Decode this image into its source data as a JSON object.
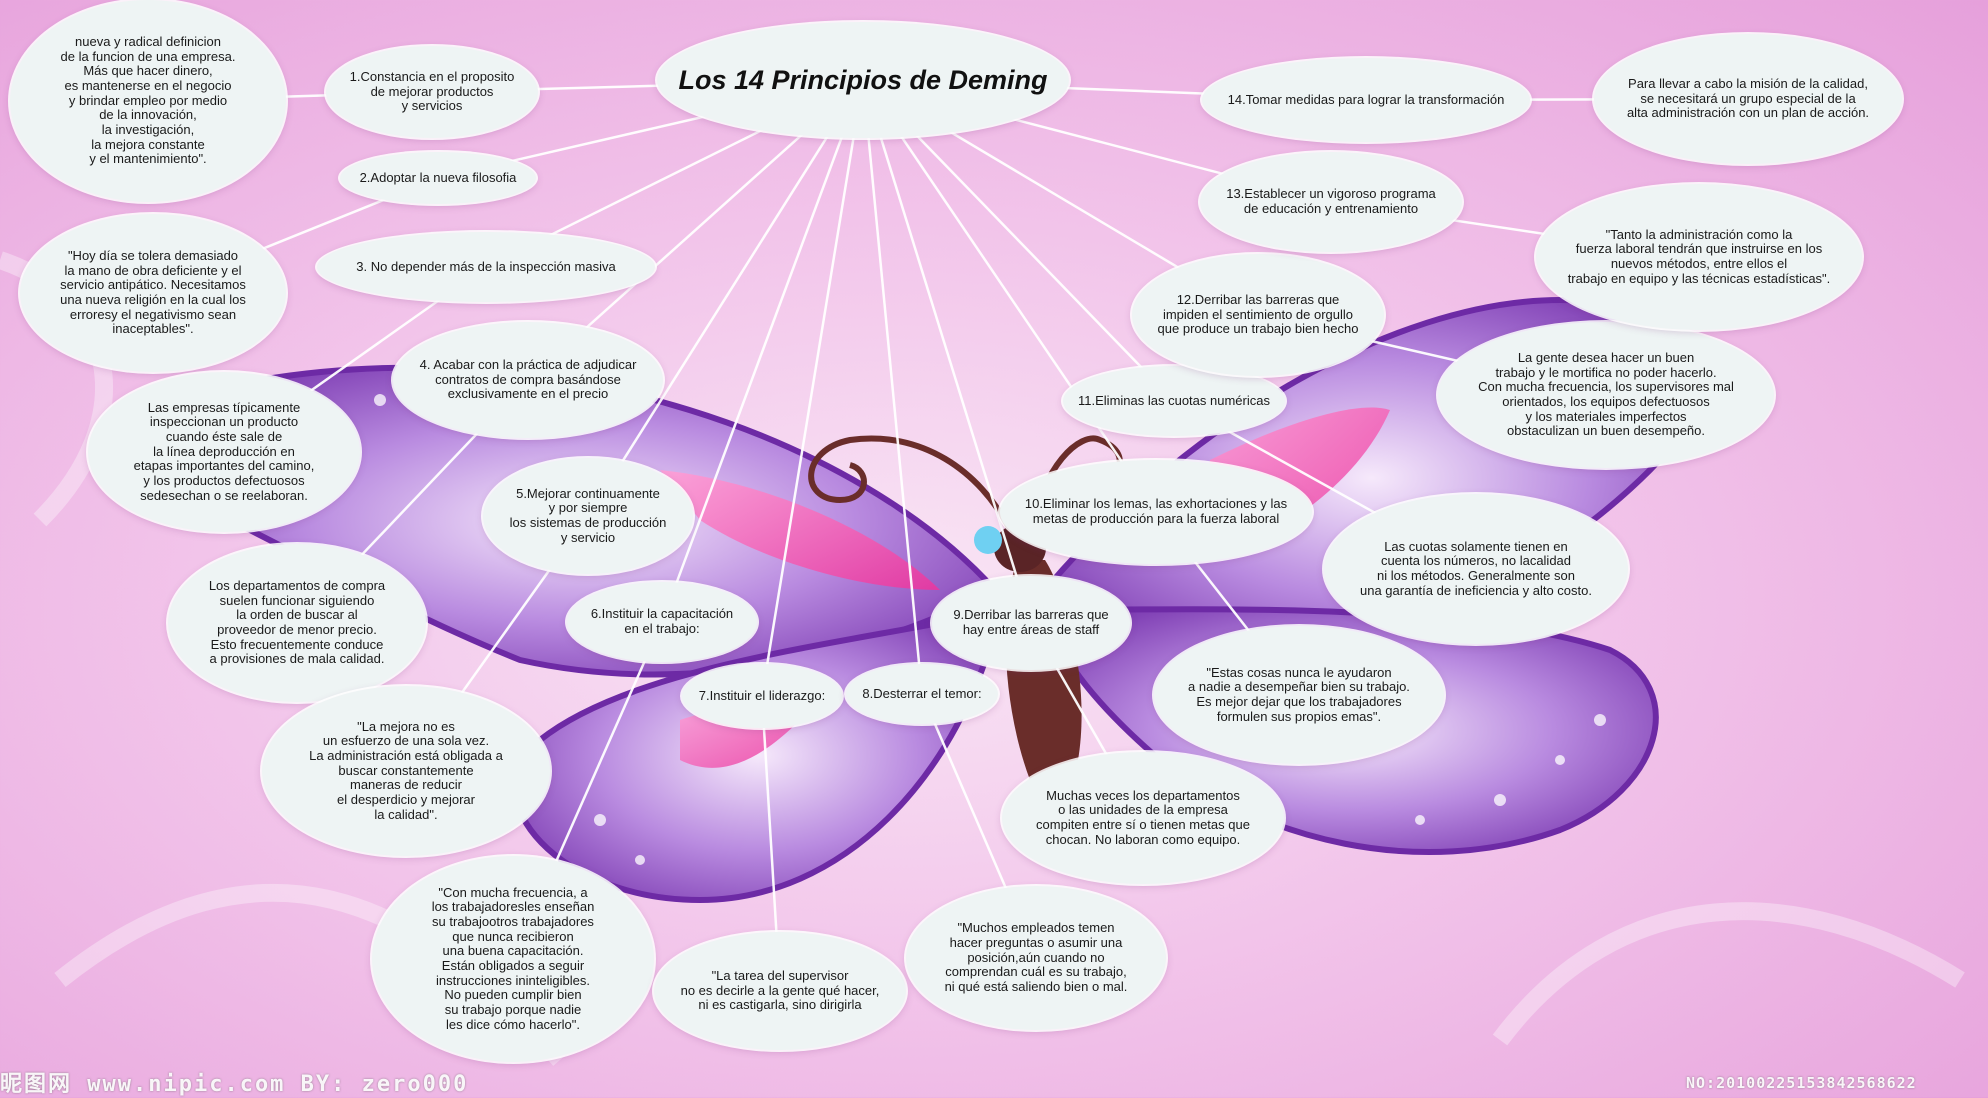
{
  "diagram": {
    "title": "Los 14 Principios de Deming",
    "principles": [
      {
        "id": "p1",
        "text": "1.Constancia en el proposito\nde mejorar productos\ny servicios"
      },
      {
        "id": "p2",
        "text": "2.Adoptar la nueva filosofia"
      },
      {
        "id": "p3",
        "text": "3. No depender más de la inspección masiva"
      },
      {
        "id": "p4",
        "text": "4. Acabar con la práctica de adjudicar\ncontratos de compra basándose\nexclusivamente en el precio"
      },
      {
        "id": "p5",
        "text": "5.Mejorar continuamente\ny por siempre\nlos sistemas de producción\ny servicio"
      },
      {
        "id": "p6",
        "text": "6.Instituir la capacitación\nen el trabajo:"
      },
      {
        "id": "p7",
        "text": "7.Instituir el liderazgo:"
      },
      {
        "id": "p8",
        "text": "8.Desterrar el temor:"
      },
      {
        "id": "p9",
        "text": "9.Derribar las barreras que\nhay entre áreas de staff"
      },
      {
        "id": "p10",
        "text": "10.Eliminar los lemas, las exhortaciones y las\nmetas de producción para la fuerza laboral"
      },
      {
        "id": "p11",
        "text": "11.Eliminas las cuotas numéricas"
      },
      {
        "id": "p12",
        "text": "12.Derribar las barreras que\nimpiden el sentimiento de orgullo\nque produce un trabajo bien hecho"
      },
      {
        "id": "p13",
        "text": "13.Establecer un vigoroso programa\nde educación y entrenamiento"
      },
      {
        "id": "p14",
        "text": "14.Tomar medidas para lograr la transformación"
      }
    ],
    "explanations": [
      {
        "id": "e1",
        "text": "nueva y radical definicion\nde la funcion de una empresa.\nMás que hacer dinero,\nes mantenerse en el negocio\ny brindar empleo por medio\nde la innovación,\nla investigación,\nla mejora constante\ny el mantenimiento\"."
      },
      {
        "id": "e2",
        "text": "\"Hoy día se tolera demasiado\nla mano de obra deficiente y el\nservicio antipático. Necesitamos\nuna nueva religión en la cual los\nerroresy el negativismo sean\ninaceptables\"."
      },
      {
        "id": "e3",
        "text": "Las empresas típicamente\ninspeccionan un producto\ncuando éste sale de\nla línea deproducción en\netapas importantes del camino,\ny los productos defectuosos\nsedesechan o se reelaboran."
      },
      {
        "id": "e4",
        "text": "Los departamentos de compra\nsuelen funcionar siguiendo\nla orden de buscar al\nproveedor de menor precio.\nEsto frecuentemente conduce\na provisiones de mala calidad."
      },
      {
        "id": "e5",
        "text": "\"La mejora no es\nun esfuerzo de una sola vez.\nLa administración está obligada a\nbuscar constantemente\nmaneras de reducir\nel desperdicio y mejorar\nla calidad\"."
      },
      {
        "id": "e6",
        "text": "\"Con mucha frecuencia, a\nlos trabajadoresles enseñan\nsu trabajootros trabajadores\nque nunca recibieron\nuna buena capacitación.\nEstán obligados a seguir\ninstrucciones ininteligibles.\nNo pueden cumplir bien\nsu trabajo porque nadie\nles dice cómo hacerlo\"."
      },
      {
        "id": "e7",
        "text": "\"La tarea del supervisor\nno es decirle a la gente qué hacer,\nni es castigarla, sino dirigirla"
      },
      {
        "id": "e8",
        "text": "\"Muchos empleados temen\nhacer preguntas o asumir una\nposición,aún cuando no\ncomprendan cuál es su trabajo,\nni qué está saliendo bien o mal."
      },
      {
        "id": "e9",
        "text": "Muchas veces los departamentos\no las unidades de la empresa\ncompiten entre sí o tienen metas que\nchocan. No laboran como equipo."
      },
      {
        "id": "e10",
        "text": "\"Estas cosas nunca le ayudaron\na nadie a desempeñar bien su trabajo.\nEs mejor dejar que los trabajadores\nformulen sus propios emas\"."
      },
      {
        "id": "e11",
        "text": "Las cuotas solamente tienen en\ncuenta los números, no lacalidad\nni los métodos. Generalmente son\nuna garantía de ineficiencia y alto costo."
      },
      {
        "id": "e12",
        "text": "La gente desea hacer un buen\ntrabajo y le mortifica no poder hacerlo.\nCon mucha frecuencia, los supervisores mal\norientados, los equipos defectuosos\ny los materiales imperfectos\nobstaculizan un buen desempeño."
      },
      {
        "id": "e13",
        "text": "\"Tanto la administración como la\nfuerza laboral tendrán que instruirse en los\nnuevos métodos, entre ellos el\ntrabajo en equipo y las técnicas estadísticas\"."
      },
      {
        "id": "e14",
        "text": "Para llevar a cabo la misión de la calidad,\nse necesitará un grupo especial de la\nalta administración con un plan de acción."
      }
    ]
  },
  "watermark": {
    "left": "昵图网  www.nipic.com    BY: zero000",
    "right": "NO:20100225153842568622"
  },
  "colors": {
    "node_fill": "#eef4f4",
    "connector": "#ffffff",
    "wing_purple": "#8e4fbf",
    "wing_pink": "#ef5fb8",
    "background_pink": "#f2c4ea"
  }
}
